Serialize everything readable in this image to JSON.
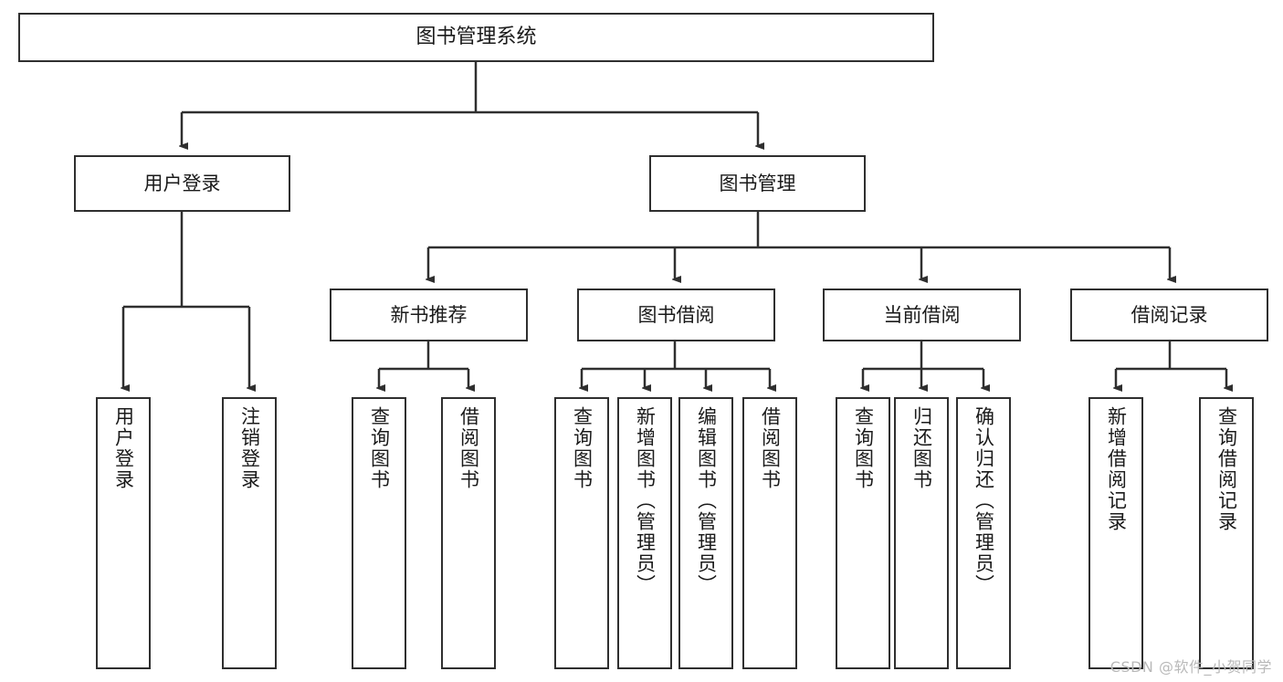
{
  "diagram": {
    "title": "图书管理系统",
    "type": "tree",
    "watermark": "CSDN @软件_小贺同学",
    "colors": {
      "background": "#ffffff",
      "box_border": "#2f2f2f",
      "box_fill": "#ffffff",
      "edge": "#2f2f2f",
      "text": "#1a1a1a",
      "watermark": "#b9b9b9"
    },
    "nodes": {
      "root": {
        "label": "图书管理系统"
      },
      "level2": [
        {
          "label": "用户登录"
        },
        {
          "label": "图书管理"
        }
      ],
      "level3": [
        {
          "label": "新书推荐"
        },
        {
          "label": "图书借阅"
        },
        {
          "label": "当前借阅"
        },
        {
          "label": "借阅记录"
        }
      ],
      "leaves_user_login": [
        {
          "label": "用户登录"
        },
        {
          "label": "注销登录"
        }
      ],
      "leaves_new_book": [
        {
          "label": "查询图书"
        },
        {
          "label": "借阅图书"
        }
      ],
      "leaves_borrow": [
        {
          "label": "查询图书"
        },
        {
          "label": "新增图书（管理员）"
        },
        {
          "label": "编辑图书（管理员）"
        },
        {
          "label": "借阅图书"
        }
      ],
      "leaves_current": [
        {
          "label": "查询图书"
        },
        {
          "label": "归还图书"
        },
        {
          "label": "确认归还（管理员）"
        }
      ],
      "leaves_record": [
        {
          "label": "新增借阅记录"
        },
        {
          "label": "查询借阅记录"
        }
      ]
    }
  }
}
